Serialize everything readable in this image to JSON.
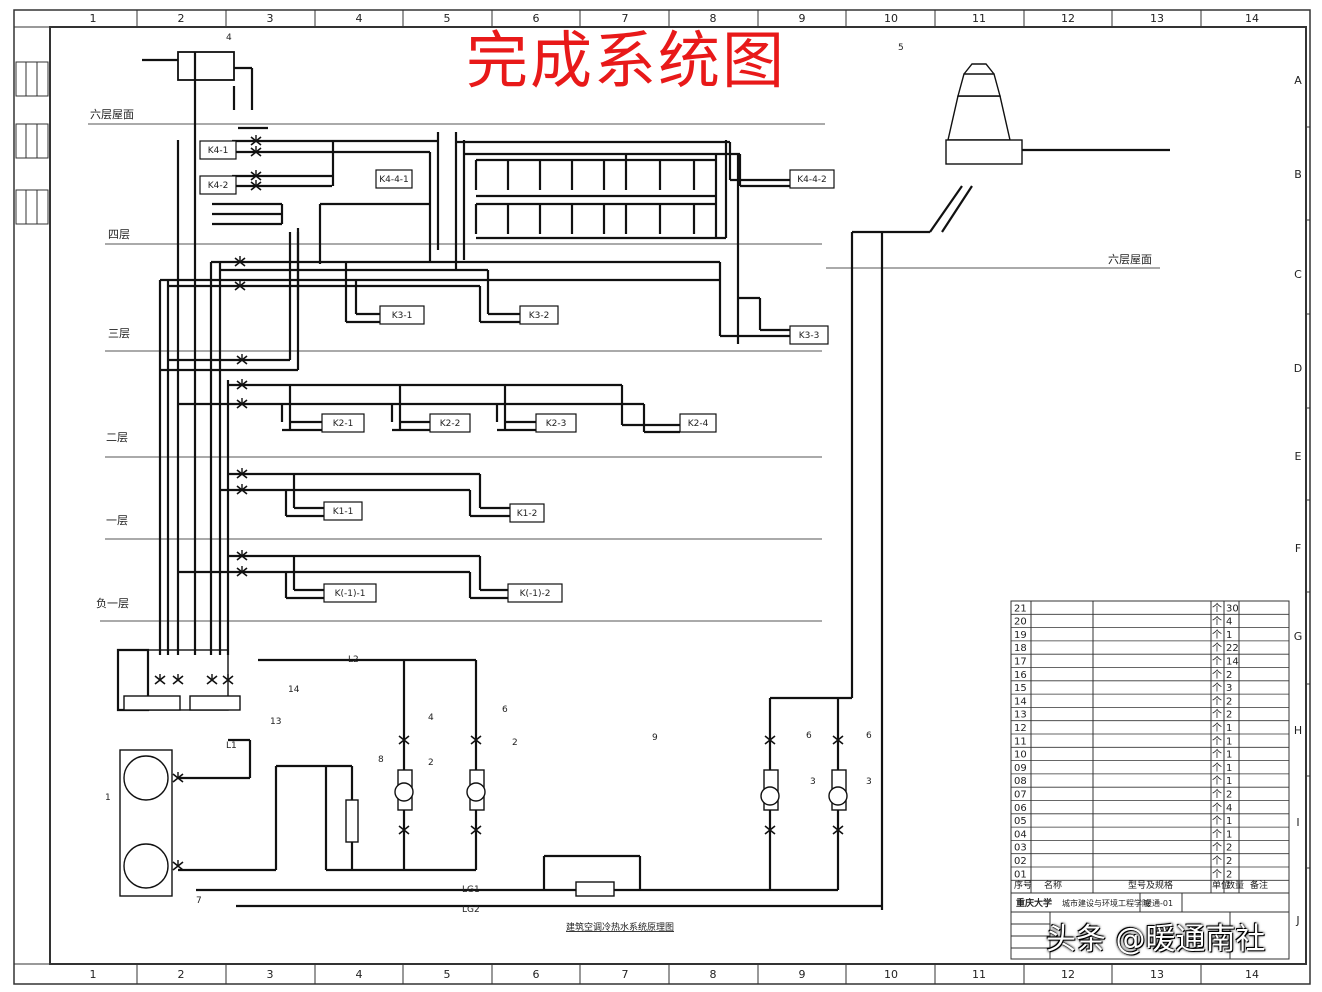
{
  "title": "完成系统图",
  "watermark": "头条 @暖通南社",
  "drawing_caption": "建筑空调冷热水系统原理图",
  "grid_columns": [
    "1",
    "2",
    "3",
    "4",
    "5",
    "6",
    "7",
    "8",
    "9",
    "10",
    "11",
    "12",
    "13",
    "14"
  ],
  "grid_rows": [
    "A",
    "B",
    "C",
    "D",
    "E",
    "F",
    "G",
    "H",
    "I",
    "J"
  ],
  "floors": {
    "roof_left": "六层屋面",
    "roof_right": "六层屋面",
    "f4": "四层",
    "f3": "三层",
    "f2": "二层",
    "f1": "一层",
    "b1": "负一层"
  },
  "units": {
    "k4_1": "K4-1",
    "k4_2": "K4-2",
    "k4_4": "K4-4-1",
    "k4_roof": "K4-4-2",
    "k3_1": "K3-1",
    "k3_2": "K3-2",
    "k3_3": "K3-3",
    "k2_1": "K2-1",
    "k2_2": "K2-2",
    "k2_3": "K2-3",
    "k2_4": "K2-4",
    "k1_1": "K1-1",
    "k1_2": "K1-2",
    "kb_1": "K(-1)-1",
    "kb_2": "K(-1)-2"
  },
  "pipes": {
    "l2": "L2",
    "l1": "L1",
    "lg1": "LG1",
    "lg2": "LG2"
  },
  "callouts": [
    "1",
    "2",
    "3",
    "4",
    "5",
    "6",
    "7",
    "8",
    "9",
    "13",
    "14"
  ],
  "schedule": {
    "rows": [
      {
        "no": "21",
        "unit": "个",
        "qty": "30"
      },
      {
        "no": "20",
        "unit": "个",
        "qty": "4"
      },
      {
        "no": "19",
        "unit": "个",
        "qty": "1"
      },
      {
        "no": "18",
        "unit": "个",
        "qty": "22"
      },
      {
        "no": "17",
        "unit": "个",
        "qty": "14"
      },
      {
        "no": "16",
        "unit": "个",
        "qty": "2"
      },
      {
        "no": "15",
        "unit": "个",
        "qty": "3"
      },
      {
        "no": "14",
        "unit": "个",
        "qty": "2"
      },
      {
        "no": "13",
        "unit": "个",
        "qty": "2"
      },
      {
        "no": "12",
        "unit": "个",
        "qty": "1"
      },
      {
        "no": "11",
        "unit": "个",
        "qty": "1"
      },
      {
        "no": "10",
        "unit": "个",
        "qty": "1"
      },
      {
        "no": "09",
        "unit": "个",
        "qty": "1"
      },
      {
        "no": "08",
        "unit": "个",
        "qty": "1"
      },
      {
        "no": "07",
        "unit": "个",
        "qty": "2"
      },
      {
        "no": "06",
        "unit": "个",
        "qty": "4"
      },
      {
        "no": "05",
        "unit": "个",
        "qty": "1"
      },
      {
        "no": "04",
        "unit": "个",
        "qty": "1"
      },
      {
        "no": "03",
        "unit": "个",
        "qty": "2"
      },
      {
        "no": "02",
        "unit": "个",
        "qty": "2"
      },
      {
        "no": "01",
        "unit": "个",
        "qty": "2"
      }
    ],
    "header": {
      "no": "序号",
      "name": "名称",
      "spec": "型号及规格",
      "unit": "单位",
      "qty": "数量",
      "note": "备注"
    }
  },
  "title_block": {
    "school": "重庆大学",
    "dept": "城市建设与环境工程学院",
    "drawing_no": "暖通-01"
  }
}
